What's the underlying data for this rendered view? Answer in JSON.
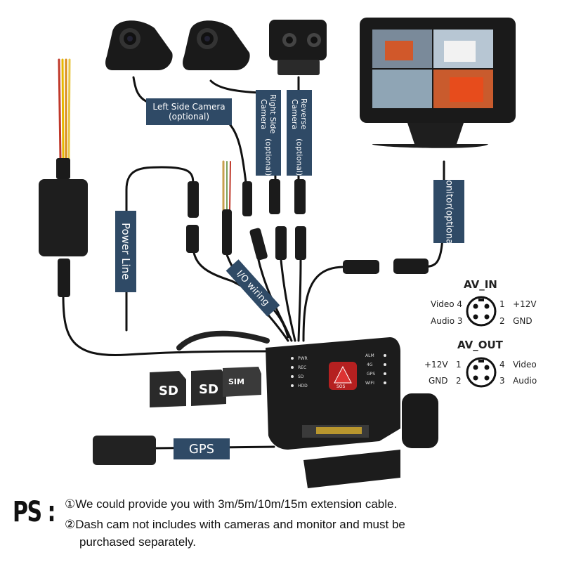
{
  "labels": {
    "left_side_camera": "Left Side Camera",
    "left_side_optional": "(optional)",
    "right_side_camera": "Right Side Camera",
    "right_side_optional": "(optional)",
    "reverse_camera": "Reverse Camera",
    "reverse_optional": "(optional)",
    "monitor": "Monitor",
    "monitor_optional": "(optional)",
    "power_line": "Power Line",
    "io_wiring": "I/O wiring",
    "gps": "GPS"
  },
  "av_in": {
    "title": "AV_IN",
    "pin4": "Video 4",
    "pin3": "Audio 3",
    "pin1": "1   +12V",
    "pin2": "2   GND"
  },
  "av_out": {
    "title": "AV_OUT",
    "pin1": "+12V   1",
    "pin2": "GND   2",
    "pin4": "4   Video",
    "pin3": "3   Audio"
  },
  "cards": {
    "sd1": "SD",
    "sd2": "SD",
    "sim": "SIM"
  },
  "dashcam": {
    "pwr": "PWR",
    "rec": "REC",
    "sd": "SD",
    "hdd": "HDD",
    "alm": "ALM",
    "g4": "4G",
    "gps": "GPS",
    "wifi": "WIFI",
    "button": "SOS"
  },
  "notes": {
    "ps": "PS :",
    "note1": "①We could provide you with 3m/5m/10m/15m extension cable.",
    "note2": "②Dash cam not includes with cameras and monitor and must be",
    "note2b": "purchased separately."
  },
  "colors": {
    "label_bg": "#2f4a66",
    "device": "#1c1c1c",
    "cable": "#111111"
  }
}
